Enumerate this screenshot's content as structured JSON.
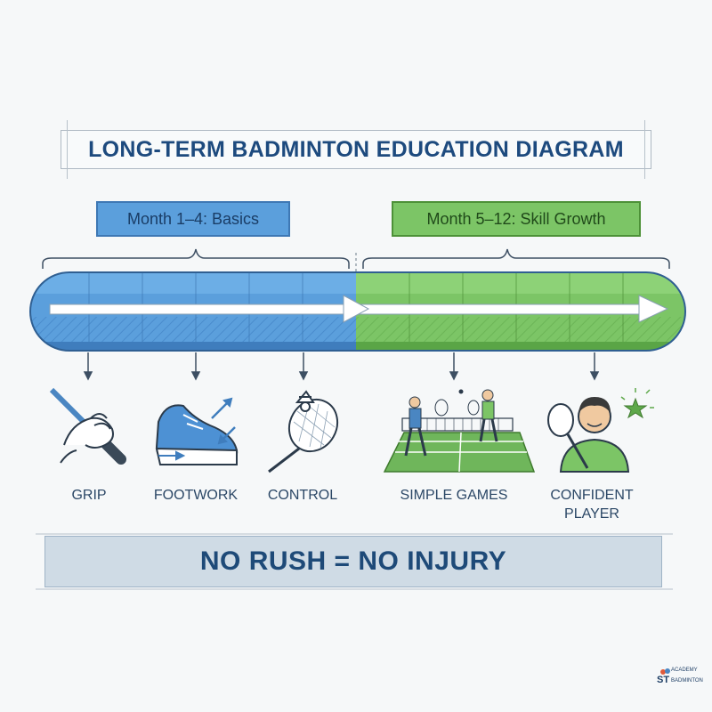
{
  "title": "LONG-TERM BADMINTON EDUCATION DIAGRAM",
  "phases": [
    {
      "label": "Month 1–4: Basics",
      "color": "#5b9fdc"
    },
    {
      "label": "Month 5–12: Skill Growth",
      "color": "#7cc566"
    }
  ],
  "steps": [
    {
      "label": "GRIP",
      "icon": "grip-hand-icon"
    },
    {
      "label": "FOOTWORK",
      "icon": "shoe-icon"
    },
    {
      "label": "CONTROL",
      "icon": "shuttlecock-racket-icon"
    },
    {
      "label": "SIMPLE GAMES",
      "icon": "badminton-court-icon"
    },
    {
      "label_line1": "CONFIDENT",
      "label_line2": "PLAYER",
      "icon": "player-star-icon"
    }
  ],
  "motto": "NO RUSH = NO INJURY",
  "logo": {
    "line1": "ACADEMY",
    "line2": "ST",
    "line3": "BADMINTON"
  }
}
